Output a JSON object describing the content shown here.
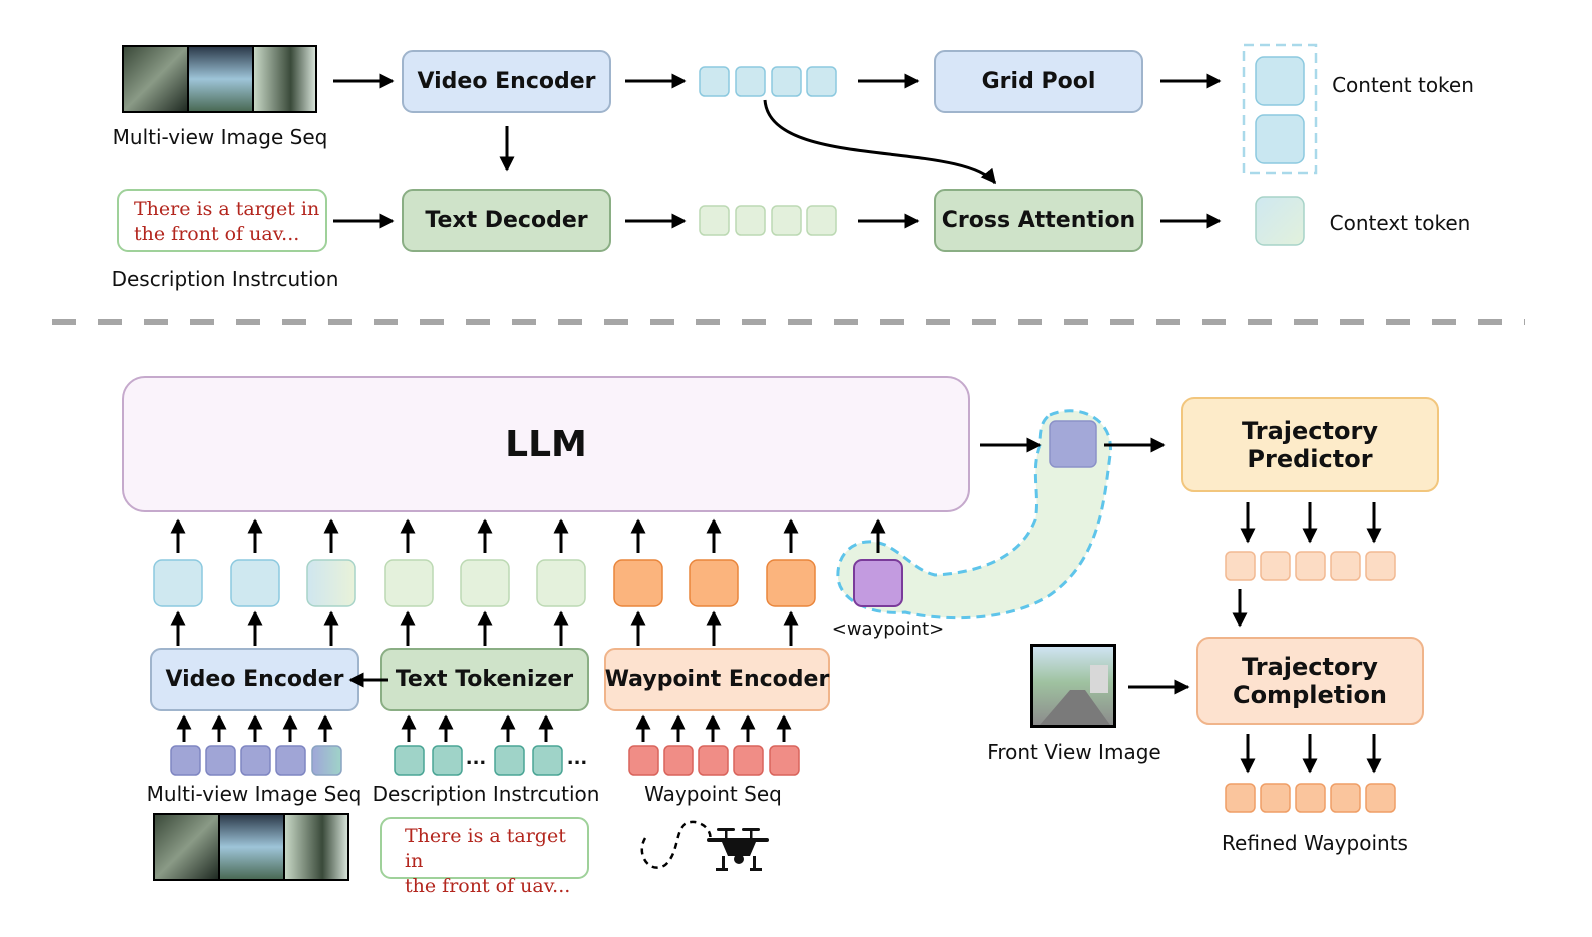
{
  "top": {
    "input_image_caption": "Multi-view Image Seq",
    "video_encoder_label": "Video Encoder",
    "grid_pool_label": "Grid Pool",
    "content_token_label": "Content token",
    "instruction_text": "There is a target in\nthe front of uav...",
    "instruction_caption": "Description Instrcution",
    "text_decoder_label": "Text Decoder",
    "cross_attention_label": "Cross Attention",
    "context_token_label": "Context token"
  },
  "bottom": {
    "llm_label": "LLM",
    "trajectory_predictor_label": "Trajectory\nPredictor",
    "waypoint_token_label": "<waypoint>",
    "video_encoder_label": "Video Encoder",
    "text_tokenizer_label": "Text Tokenizer",
    "waypoint_encoder_label": "Waypoint Encoder",
    "ellipsis": "...",
    "image_seq_caption": "Multi-view Image Seq",
    "instruction_caption": "Description Instrcution",
    "waypoint_seq_caption": "Waypoint Seq",
    "instruction_text": "There is a target in\nthe front of uav...",
    "front_view_caption": "Front View Image",
    "trajectory_completion_label": "Trajectory\nCompletion",
    "refined_waypoints_label": "Refined Waypoints"
  },
  "colors": {
    "blue_box": "#d8e6f8",
    "blue_border": "#9fb4cc",
    "green_box": "#cfe3c9",
    "green_border": "#8aae84",
    "llm_fill": "#faf3fb",
    "llm_border": "#c5a9cc",
    "peach_fill": "#fde2cf",
    "peach_border": "#f0b48a",
    "yellow_fill": "#fdebc9",
    "yellow_border": "#f2c67d",
    "orange_token": "#fbb47d",
    "purple_token": "#c39be0",
    "cyan_dash": "#5ec4ea"
  },
  "icons": [
    "camera-image-icon",
    "drone-icon",
    "dashed-path-icon",
    "arrow-icon"
  ]
}
